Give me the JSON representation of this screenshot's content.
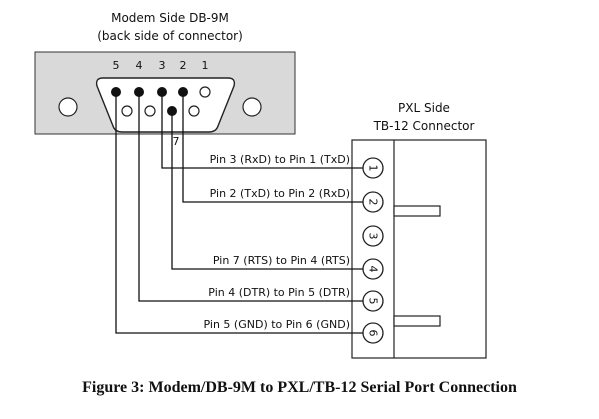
{
  "modem": {
    "title": "Modem Side DB-9M",
    "subtitle": "(back side of connector)",
    "top_pins": [
      "5",
      "4",
      "3",
      "2",
      "1"
    ],
    "bottom_pin_label": "7"
  },
  "pxl": {
    "title": "PXL Side",
    "subtitle": "TB-12 Connector",
    "terminals": [
      "1",
      "2",
      "3",
      "4",
      "5",
      "6"
    ]
  },
  "wires": [
    {
      "label": "Pin 3 (RxD) to Pin 1 (TxD)"
    },
    {
      "label": "Pin 2 (TxD) to Pin 2 (RxD)"
    },
    {
      "label": "Pin 7 (RTS) to Pin 4 (RTS)"
    },
    {
      "label": "Pin 4 (DTR) to Pin 5 (DTR)"
    },
    {
      "label": "Pin 5 (GND) to Pin 6 (GND)"
    }
  ],
  "caption": "Figure 3: Modem/DB-9M to PXL/TB-12 Serial Port Connection"
}
